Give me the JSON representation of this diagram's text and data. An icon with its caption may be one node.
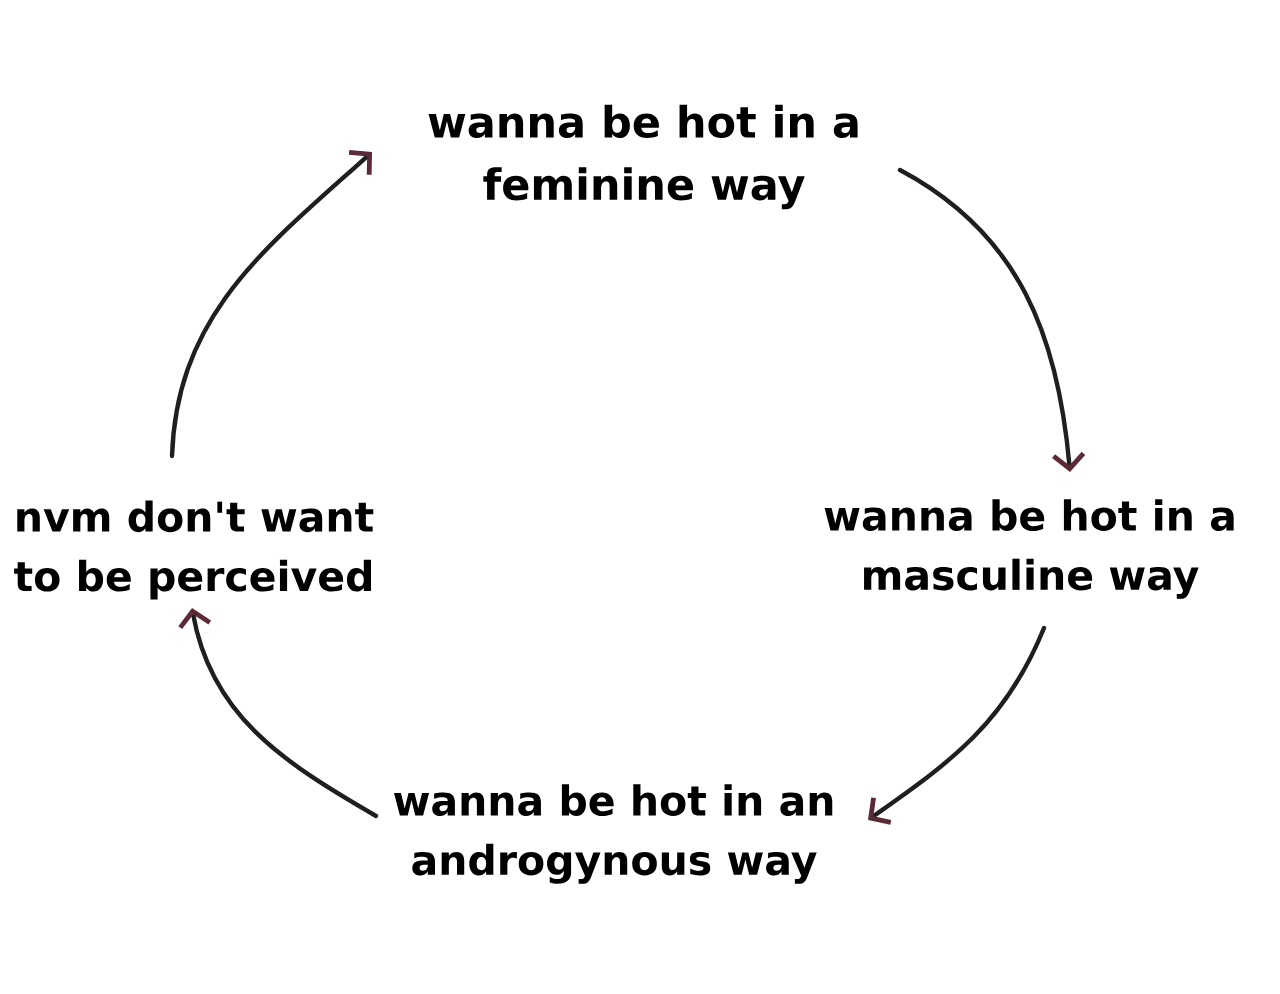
{
  "diagram": {
    "nodes": [
      {
        "text": [
          "wanna be hot in a feminine way"
        ]
      },
      {
        "text": [
          "wanna be hot in a masculine way"
        ]
      },
      {
        "text": [
          "wanna be hot in an androgynous way"
        ]
      },
      {
        "text": [
          "nvm don't want to be perceived"
        ]
      }
    ],
    "edges": [
      {
        "from": 3,
        "to": 0,
        "arrow": "to"
      },
      {
        "from": 0,
        "to": 1,
        "arrow": "to"
      },
      {
        "from": 1,
        "to": 2,
        "arrow": "to"
      },
      {
        "from": 2,
        "to": 3,
        "arrow": "to"
      }
    ]
  }
}
